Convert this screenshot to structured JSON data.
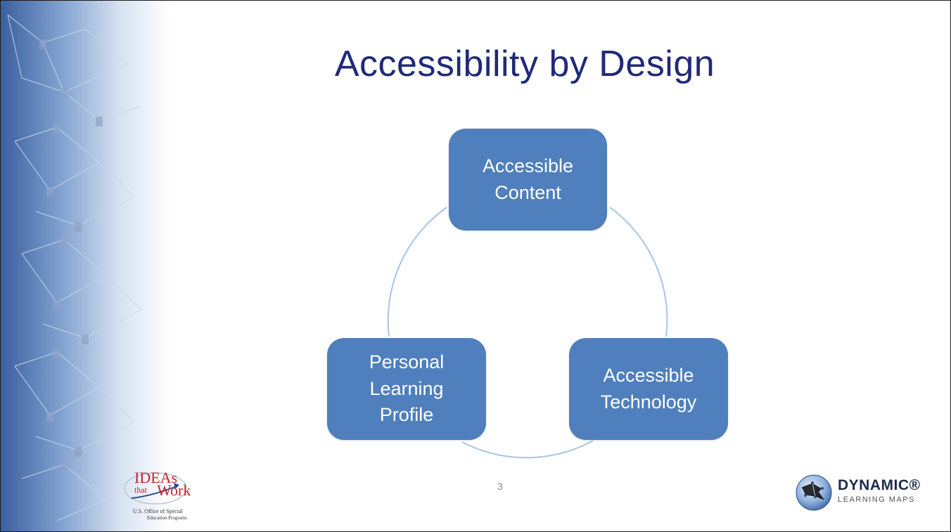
{
  "slide": {
    "title": "Accessibility by Design",
    "page_number": "3"
  },
  "diagram": {
    "type": "cycle",
    "nodes": [
      {
        "id": "top",
        "label": "Accessible\nContent"
      },
      {
        "id": "right",
        "label": "Accessible\nTechnology"
      },
      {
        "id": "left",
        "label": "Personal\nLearning\nProfile"
      }
    ]
  },
  "logos": {
    "ideas_line1": "IDEAs",
    "ideas_line2": "that",
    "ideas_line3": "Work",
    "ideas_sub1": "U.S. Office of Special",
    "ideas_sub2": "Education Programs",
    "dlm_name": "DYNAMIC®",
    "dlm_sub": "LEARNING MAPS"
  },
  "colors": {
    "title": "#1f2a7a",
    "node_fill": "#4f7fbc",
    "cycle_line": "#a9c4e3"
  }
}
